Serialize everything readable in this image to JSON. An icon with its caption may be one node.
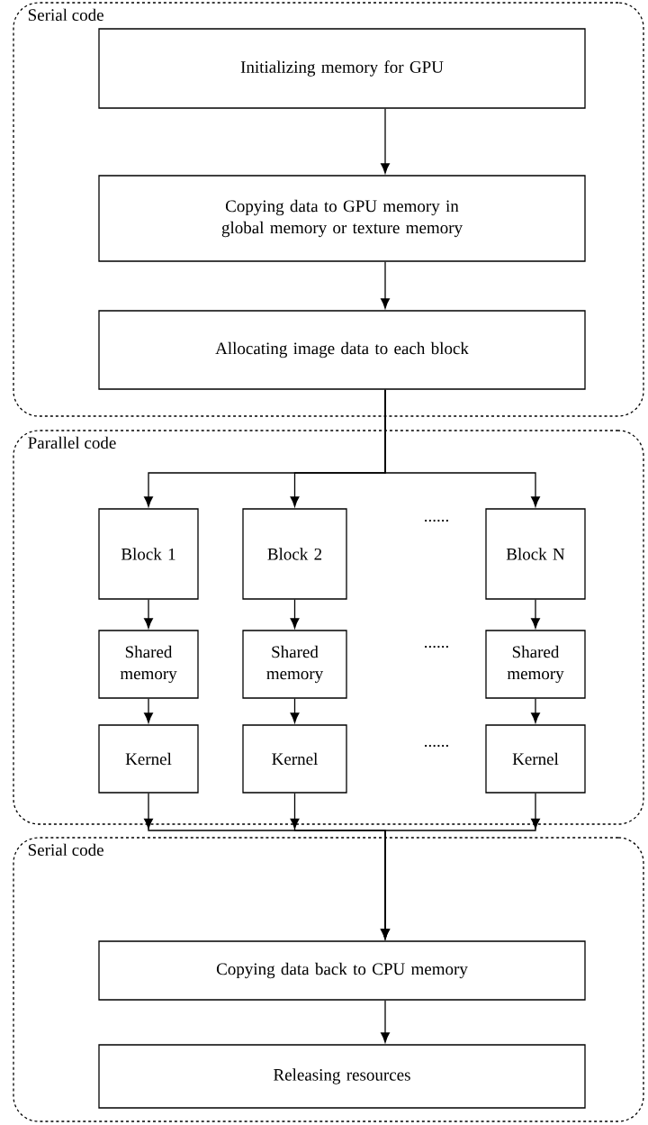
{
  "diagram": {
    "nodes": [
      {
        "text": [
          "Serial code"
        ]
      },
      {
        "text": [
          "Initializing memory for GPU"
        ],
        "in": 0
      },
      {
        "text": [
          "Copying data to GPU memory in global memory or texture memory"
        ],
        "in": 0
      },
      {
        "text": [
          "Allocating image data to each block"
        ],
        "in": 0
      },
      {
        "text": [
          "Parallel code"
        ]
      },
      {
        "text": [
          "Block 1"
        ],
        "in": 4
      },
      {
        "text": [
          "Block 2"
        ],
        "in": 4
      },
      {
        "text": [
          "Block N"
        ],
        "in": 4
      },
      {
        "text": [
          "Shared memory"
        ],
        "in": 4
      },
      {
        "text": [
          "Shared memory"
        ],
        "in": 4
      },
      {
        "text": [
          "Shared memory"
        ],
        "in": 4
      },
      {
        "text": [
          "Kernel"
        ],
        "in": 4
      },
      {
        "text": [
          "Kernel"
        ],
        "in": 4
      },
      {
        "text": [
          "Kernel"
        ],
        "in": 4
      },
      {
        "text": [
          "Serial code"
        ]
      },
      {
        "text": [
          "Copying data back to CPU memory"
        ],
        "in": 14
      },
      {
        "text": [
          "Releasing resources"
        ],
        "in": 14
      }
    ],
    "edges": [
      {
        "from": 1,
        "to": 2,
        "arrow": "to"
      },
      {
        "from": 2,
        "to": 3,
        "arrow": "to"
      },
      {
        "from": 3,
        "to": 5,
        "arrow": "to"
      },
      {
        "from": 3,
        "to": 6,
        "arrow": "to"
      },
      {
        "from": 3,
        "to": 7,
        "arrow": "to"
      },
      {
        "from": 5,
        "to": 8,
        "arrow": "to"
      },
      {
        "from": 6,
        "to": 9,
        "arrow": "to"
      },
      {
        "from": 7,
        "to": 10,
        "arrow": "to"
      },
      {
        "from": 8,
        "to": 11,
        "arrow": "to"
      },
      {
        "from": 9,
        "to": 12,
        "arrow": "to"
      },
      {
        "from": 10,
        "to": 13,
        "arrow": "to"
      },
      {
        "from": 11,
        "to": 15,
        "arrow": "to"
      },
      {
        "from": 12,
        "to": 15,
        "arrow": "to"
      },
      {
        "from": 13,
        "to": 15,
        "arrow": "to"
      },
      {
        "from": 15,
        "to": 16,
        "arrow": "to"
      }
    ],
    "labels": [
      "......",
      "......",
      "......"
    ]
  }
}
